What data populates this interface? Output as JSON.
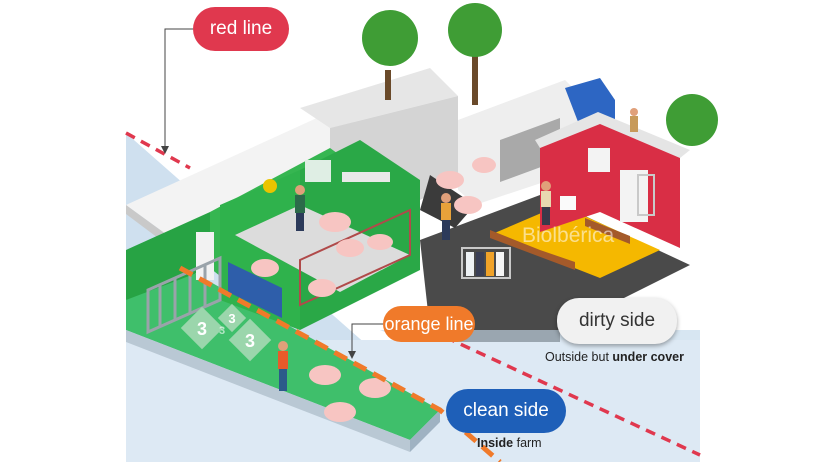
{
  "labels": {
    "red_line": "red line",
    "orange_line": "orange line",
    "dirty_side": "dirty side",
    "clean_side": "clean side"
  },
  "captions": {
    "dirty": {
      "prefix": "Outside but ",
      "emphasis": "under cover"
    },
    "clean": {
      "emphasis": "Inside",
      "suffix": " farm"
    }
  },
  "pen_signs": [
    "3",
    "3",
    "3",
    "3"
  ],
  "watermark": "Biolbérica",
  "colors": {
    "red_line": "#e0384e",
    "orange_line": "#f07a2a",
    "dirty_side": "#f1f1f1",
    "clean_side": "#1e5fb8",
    "barn_green": "#2fb24c",
    "dirty_floor": "#4a4a4a",
    "locker_red": "#d92e45",
    "locker_floor": "#f5b800"
  }
}
